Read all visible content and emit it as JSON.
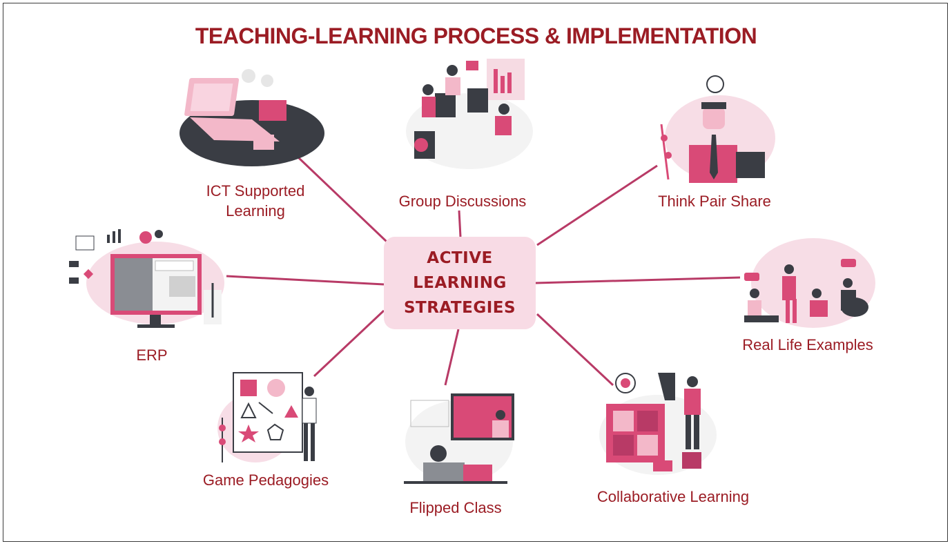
{
  "title": "TEACHING-LEARNING PROCESS & IMPLEMENTATION",
  "hub": {
    "line1": "ACTIVE",
    "line2": "LEARNING",
    "line3": "STRATEGIES"
  },
  "nodes": {
    "ict": {
      "line1": "ICT Supported",
      "line2": "Learning"
    },
    "group": "Group Discussions",
    "think": "Think Pair Share",
    "erp": "ERP",
    "real": "Real Life Examples",
    "game": "Game Pedagogies",
    "flipped": "Flipped Class",
    "collab": "Collaborative Learning"
  },
  "colors": {
    "title": "#9b1c24",
    "accent": "#d94a77",
    "hub_fill": "#f8dbe5",
    "lines": "#b83a66",
    "dark": "#3a3d44"
  }
}
